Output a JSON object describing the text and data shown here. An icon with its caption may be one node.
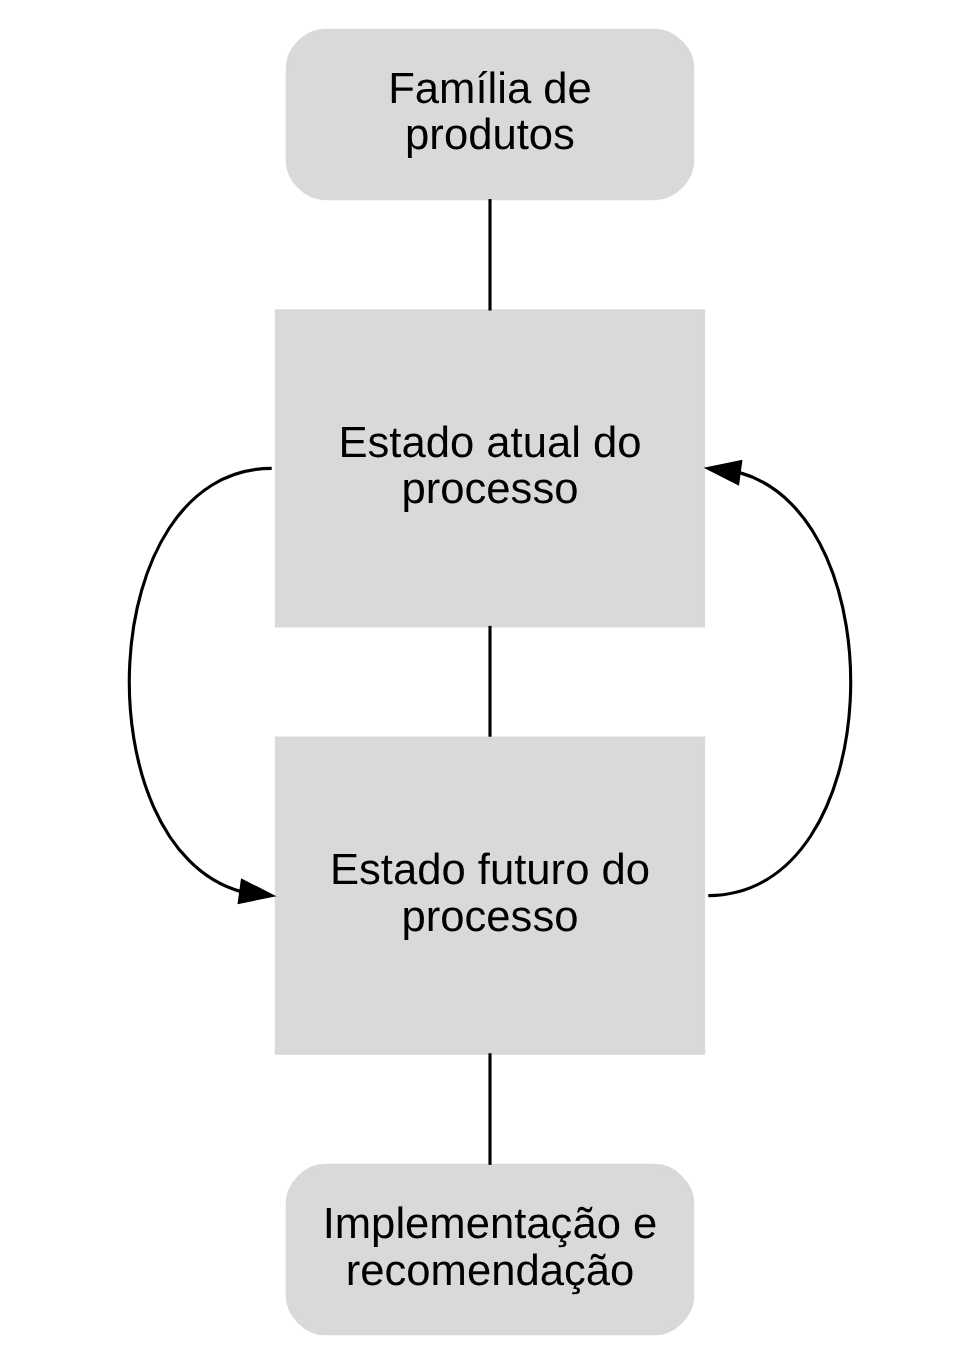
{
  "diagram": {
    "nodes": [
      {
        "text": [
          "Família de produtos"
        ]
      },
      {
        "text": [
          "Estado atual do processo"
        ]
      },
      {
        "text": [
          "Estado futuro do processo"
        ]
      },
      {
        "text": [
          "Implementação e recomendação"
        ]
      }
    ],
    "edges": [
      {
        "from": 0,
        "to": 1,
        "arrow": "none"
      },
      {
        "from": 1,
        "to": 2,
        "arrow": "none"
      },
      {
        "from": 1,
        "to": 2,
        "arrow": "to"
      },
      {
        "from": 2,
        "to": 1,
        "arrow": "to"
      },
      {
        "from": 2,
        "to": 3,
        "arrow": "none"
      }
    ]
  }
}
